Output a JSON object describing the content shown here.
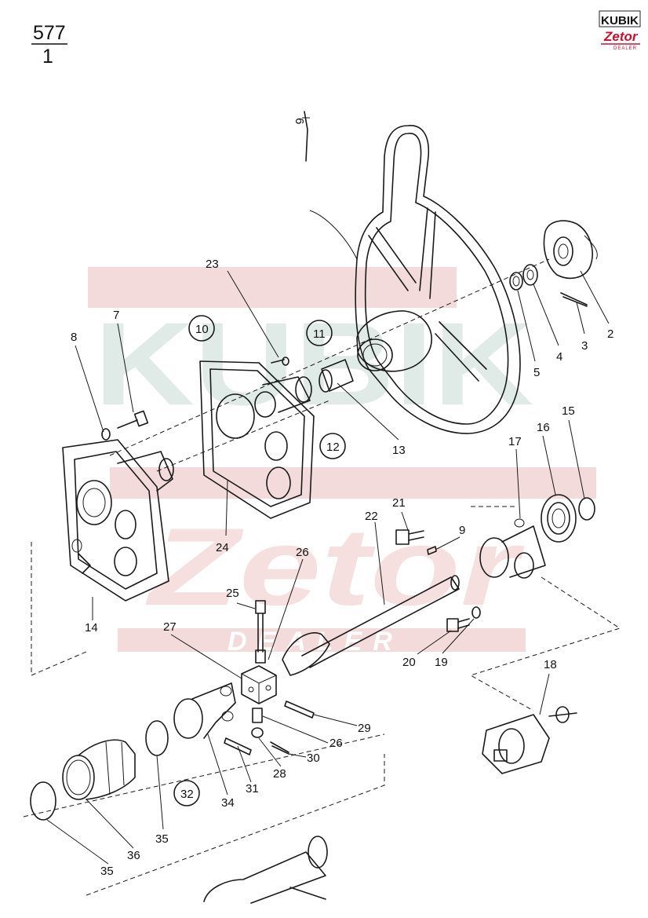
{
  "page": {
    "number_top": "577",
    "number_bottom": "1"
  },
  "logo": {
    "top_text": "KUBIK",
    "brand": "Zetor",
    "tag": "DEALER"
  },
  "watermark": {
    "top_text": "KUBIK",
    "brand": "Zetor",
    "tag": "DEALER"
  },
  "labels": [
    {
      "id": "lbl-1",
      "text": "6"
    },
    {
      "id": "lbl-2",
      "text": "23"
    },
    {
      "id": "lbl-3",
      "text": "10"
    },
    {
      "id": "lbl-4",
      "text": "11"
    },
    {
      "id": "lbl-5",
      "text": "12"
    },
    {
      "id": "lbl-6",
      "text": "8"
    },
    {
      "id": "lbl-7",
      "text": "7"
    },
    {
      "id": "lbl-8",
      "text": "13"
    },
    {
      "id": "lbl-9",
      "text": "5"
    },
    {
      "id": "lbl-10",
      "text": "4"
    },
    {
      "id": "lbl-11",
      "text": "3"
    },
    {
      "id": "lbl-12",
      "text": "2"
    },
    {
      "id": "lbl-13",
      "text": "17"
    },
    {
      "id": "lbl-14",
      "text": "16"
    },
    {
      "id": "lbl-15",
      "text": "15"
    },
    {
      "id": "lbl-16",
      "text": "24"
    },
    {
      "id": "lbl-17",
      "text": "14"
    },
    {
      "id": "lbl-18",
      "text": "21"
    },
    {
      "id": "lbl-19",
      "text": "22"
    },
    {
      "id": "lbl-20",
      "text": "9"
    },
    {
      "id": "lbl-21",
      "text": "26"
    },
    {
      "id": "lbl-22",
      "text": "25"
    },
    {
      "id": "lbl-23",
      "text": "27"
    },
    {
      "id": "lbl-24",
      "text": "20"
    },
    {
      "id": "lbl-25",
      "text": "19"
    },
    {
      "id": "lbl-26",
      "text": "18"
    },
    {
      "id": "lbl-27",
      "text": "29"
    },
    {
      "id": "lbl-28",
      "text": "26"
    },
    {
      "id": "lbl-29",
      "text": "30"
    },
    {
      "id": "lbl-30",
      "text": "28"
    },
    {
      "id": "lbl-31",
      "text": "31"
    },
    {
      "id": "lbl-32",
      "text": "34"
    },
    {
      "id": "lbl-33",
      "text": "32"
    },
    {
      "id": "lbl-34",
      "text": "35"
    },
    {
      "id": "lbl-35",
      "text": "36"
    },
    {
      "id": "lbl-36",
      "text": "35"
    }
  ]
}
